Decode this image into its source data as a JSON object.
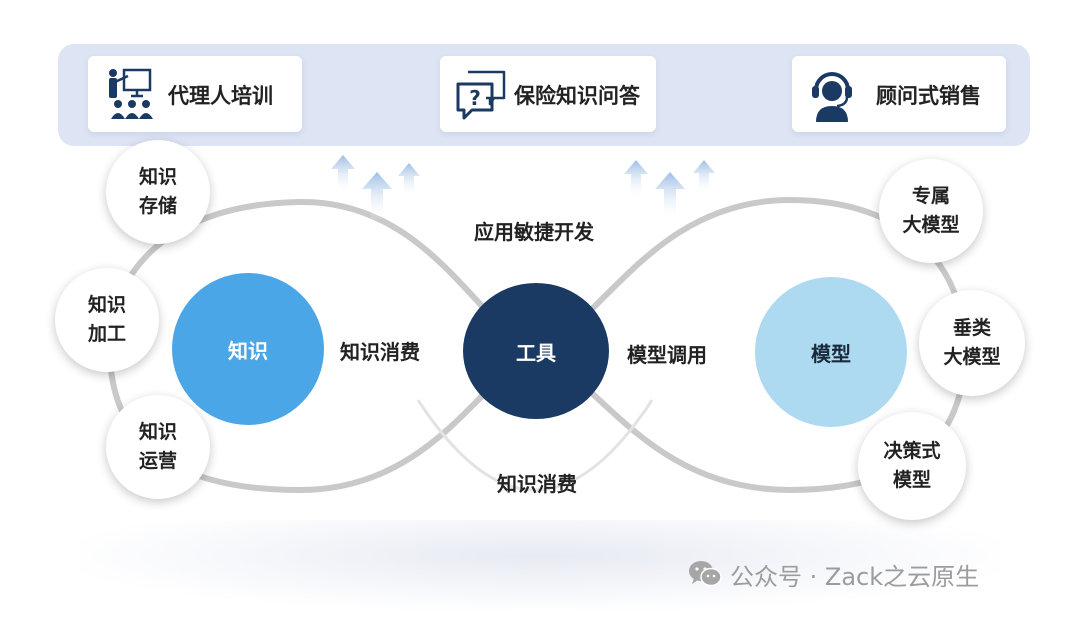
{
  "scenarios": [
    {
      "label": "代理人培训",
      "icon": "training-presenter-icon"
    },
    {
      "label": "保险知识问答",
      "icon": "chat-question-icon"
    },
    {
      "label": "顾问式销售",
      "icon": "customer-service-headset-icon"
    }
  ],
  "hubs": {
    "knowledge": "知识",
    "tools": "工具",
    "model": "模型"
  },
  "flows": {
    "top": "应用敏捷开发",
    "knowledge_consumption": "知识消费",
    "model_invocation": "模型调用",
    "bottom_consumption": "知识消费"
  },
  "knowledge_items": [
    "知识\n存储",
    "知识\n加工",
    "知识\n运营"
  ],
  "model_items": [
    "专属\n大模型",
    "垂类\n大模型",
    "决策式\n模型"
  ],
  "watermark": {
    "text": "公众号 · Zack之云原生",
    "icon": "wechat-icon"
  },
  "colors": {
    "topbar_bg": "#dde4f4",
    "knowledge_hub": "#4ba6e8",
    "tools_hub": "#1b3a63",
    "model_hub": "#addaf0",
    "curve": "#c9c9c9",
    "arrow": "#a9c4e6"
  }
}
